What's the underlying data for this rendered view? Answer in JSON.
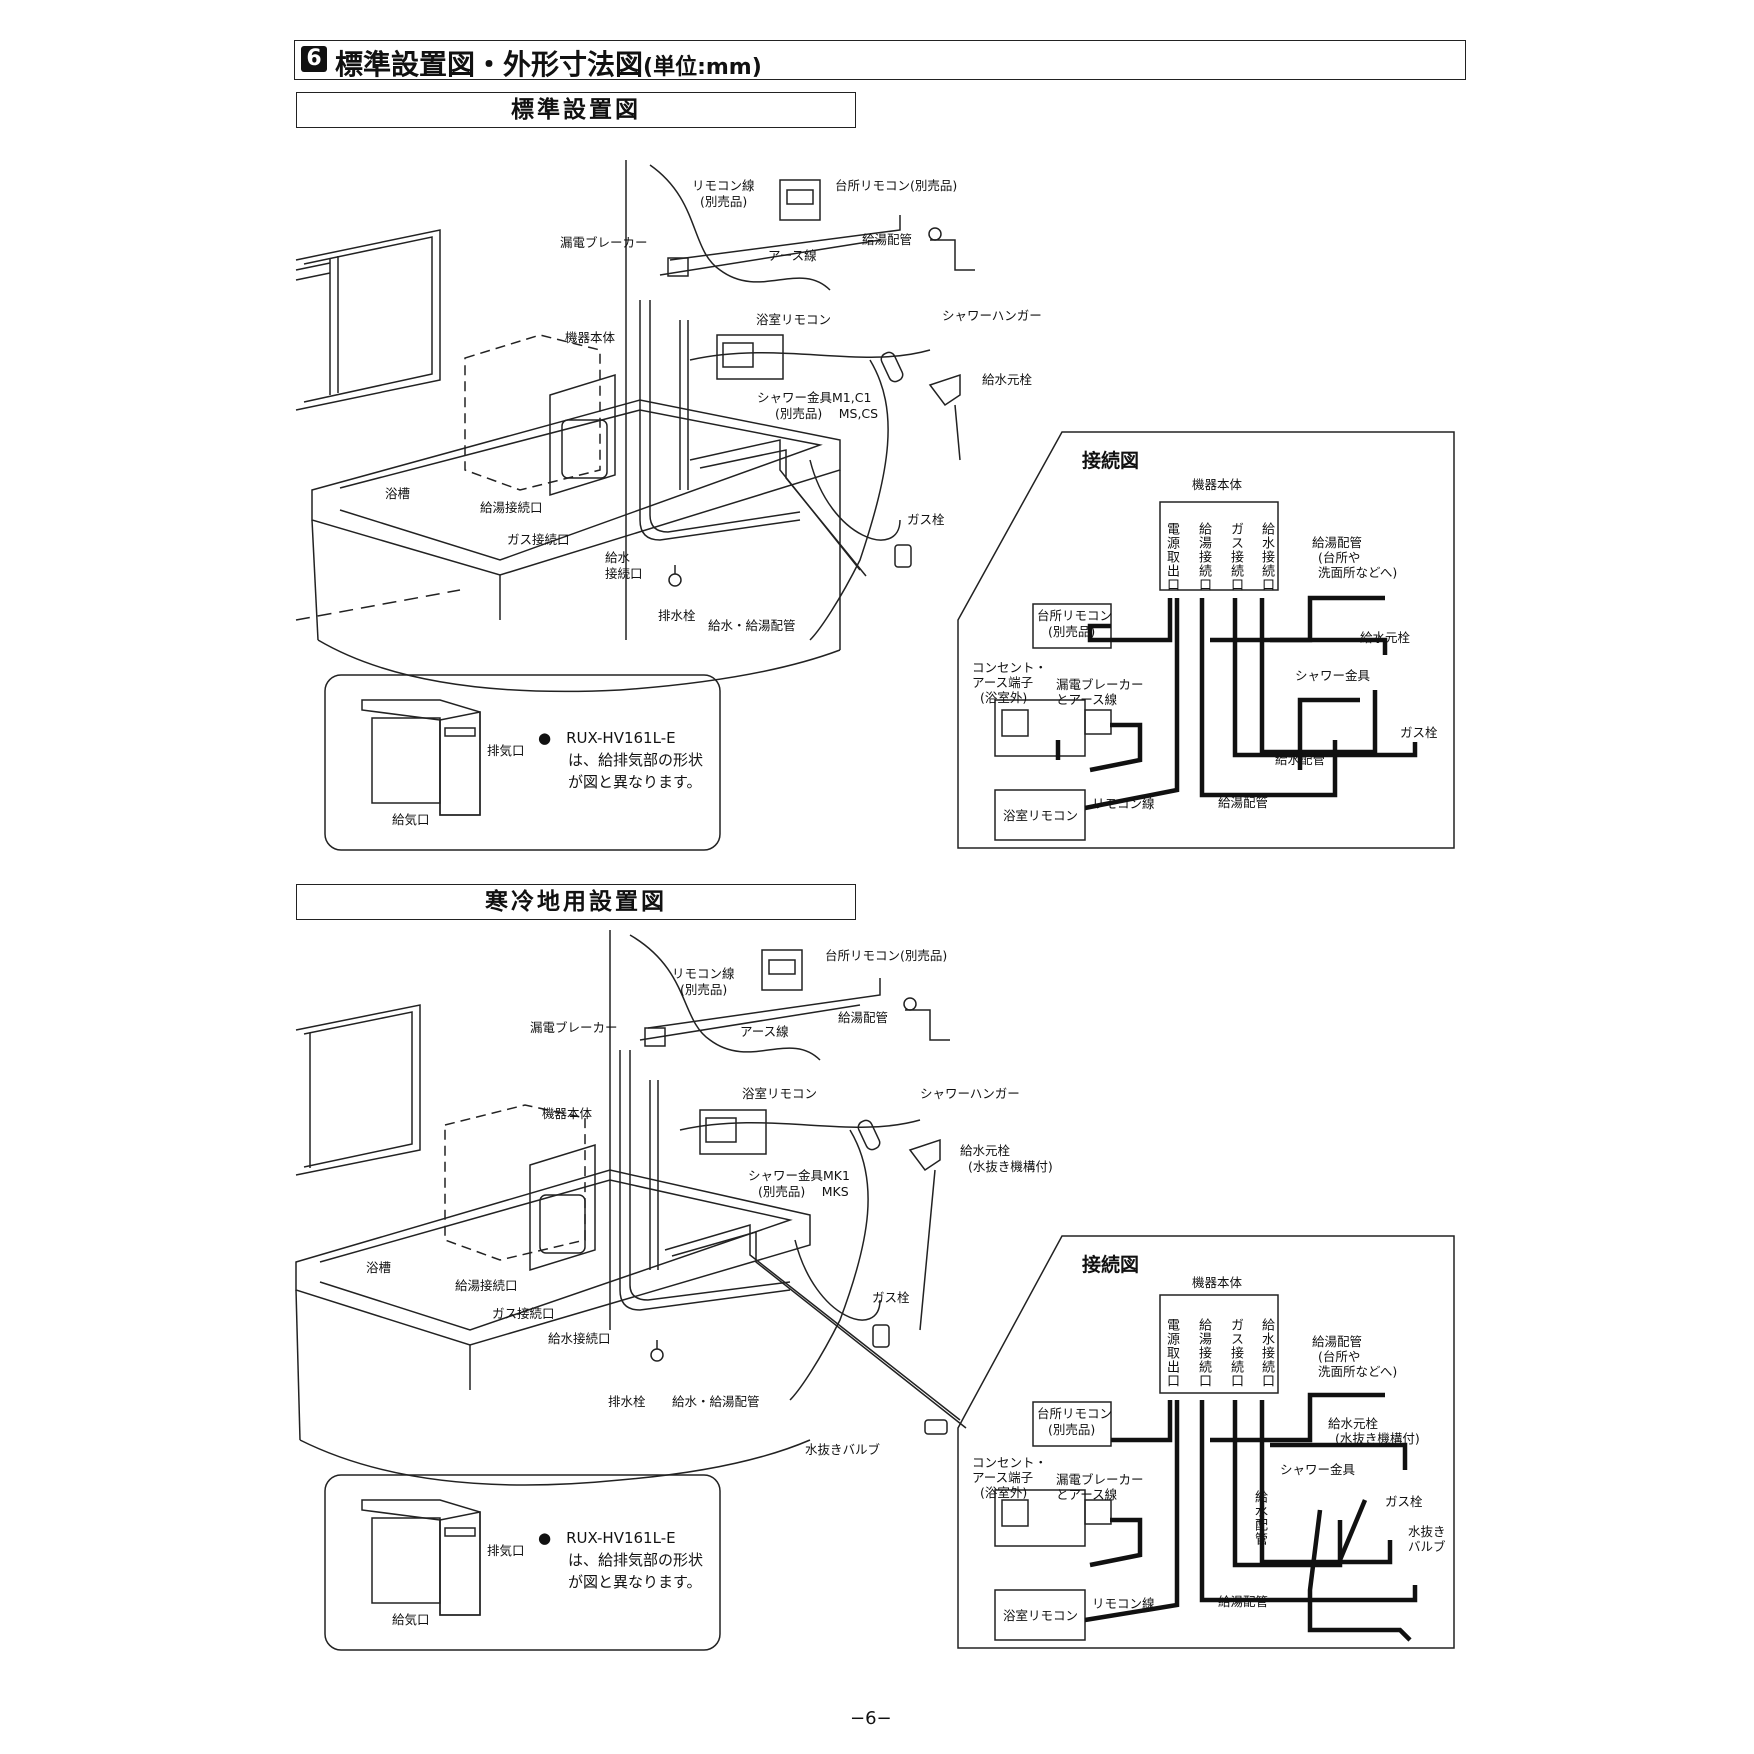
{
  "header": {
    "number": "6",
    "title": "標準設置図・外形寸法図",
    "unit": "(単位:mm)"
  },
  "sections": [
    {
      "title": "標準設置図",
      "labels": {
        "remocon_wire": "リモコン線",
        "remocon_wire_sub": "(別売品)",
        "kitchen_remocon": "台所リモコン(別売品)",
        "breaker": "漏電ブレーカー",
        "earth": "アース線",
        "hot_pipe": "給湯配管",
        "bath_remocon": "浴室リモコン",
        "shower_hanger": "シャワーハンガー",
        "unit_body": "機器本体",
        "water_valve": "給水元栓",
        "shower_fitting": "シャワー金具M1,C1",
        "shower_fitting_sub": "(別売品)　 MS,CS",
        "bathtub": "浴槽",
        "hot_outlet": "給湯接続口",
        "gas_outlet": "ガス接続口",
        "water_outlet_1": "給水",
        "water_outlet_2": "接続口",
        "gas_cock": "ガス栓",
        "drain_plug": "排水栓",
        "water_hot_pipe": "給水・給湯配管"
      },
      "inset": {
        "exhaust": "排気口",
        "intake": "給気口",
        "note_1": "●　RUX-HV161L-E",
        "note_2": "　　は、給排気部の形状",
        "note_3": "　　が図と異なります。"
      },
      "connection": {
        "title": "接続図",
        "unit": "機器本体",
        "ports": [
          "電源取出口",
          "給湯接続口",
          "ガス接続口",
          "給水接続口"
        ],
        "kitchen_remocon_1": "台所リモコン",
        "kitchen_remocon_2": "(別売品)",
        "outlet_1": "コンセント・",
        "outlet_2": "アース端子",
        "outlet_3": "(浴室外)",
        "breaker_1": "漏電ブレーカー",
        "breaker_2": "とアース線",
        "hot_pipe_1": "給湯配管",
        "hot_pipe_2": "(台所や",
        "hot_pipe_3": "洗面所などへ)",
        "water_valve": "給水元栓",
        "shower": "シャワー金具",
        "gas_cock": "ガス栓",
        "water_pipe": "給水配管",
        "hot_pipe_b": "給湯配管",
        "bath_remocon": "浴室リモコン",
        "remocon_wire": "リモコン線"
      }
    },
    {
      "title": "寒冷地用設置図",
      "labels": {
        "remocon_wire": "リモコン線",
        "remocon_wire_sub": "(別売品)",
        "kitchen_remocon": "台所リモコン(別売品)",
        "breaker": "漏電ブレーカー",
        "earth": "アース線",
        "hot_pipe": "給湯配管",
        "bath_remocon": "浴室リモコン",
        "shower_hanger": "シャワーハンガー",
        "unit_body": "機器本体",
        "water_valve": "給水元栓",
        "water_valve_sub": "(水抜き機構付)",
        "shower_fitting": "シャワー金具MK1",
        "shower_fitting_sub": "(別売品)　 MKS",
        "bathtub": "浴槽",
        "hot_outlet": "給湯接続口",
        "gas_outlet": "ガス接続口",
        "water_outlet": "給水接続口",
        "gas_cock": "ガス栓",
        "drain_plug": "排水栓",
        "water_hot_pipe": "給水・給湯配管",
        "drain_valve": "水抜きバルブ"
      },
      "inset": {
        "exhaust": "排気口",
        "intake": "給気口",
        "note_1": "●　RUX-HV161L-E",
        "note_2": "　　は、給排気部の形状",
        "note_3": "　　が図と異なります。"
      },
      "connection": {
        "title": "接続図",
        "unit": "機器本体",
        "ports": [
          "電源取出口",
          "給湯接続口",
          "ガス接続口",
          "給水接続口"
        ],
        "kitchen_remocon_1": "台所リモコン",
        "kitchen_remocon_2": "(別売品)",
        "outlet_1": "コンセント・",
        "outlet_2": "アース端子",
        "outlet_3": "(浴室外)",
        "breaker_1": "漏電ブレーカー",
        "breaker_2": "とアース線",
        "hot_pipe_1": "給湯配管",
        "hot_pipe_2": "(台所や",
        "hot_pipe_3": "洗面所などへ)",
        "water_valve_1": "給水元栓",
        "water_valve_2": "(水抜き機構付)",
        "shower": "シャワー金具",
        "gas_cock": "ガス栓",
        "water_pipe_v": "給水配管",
        "drain_valve_1": "水抜き",
        "drain_valve_2": "バルブ",
        "hot_pipe_b": "給湯配管",
        "bath_remocon": "浴室リモコン",
        "remocon_wire": "リモコン線"
      }
    }
  ],
  "page_number": "−6−"
}
